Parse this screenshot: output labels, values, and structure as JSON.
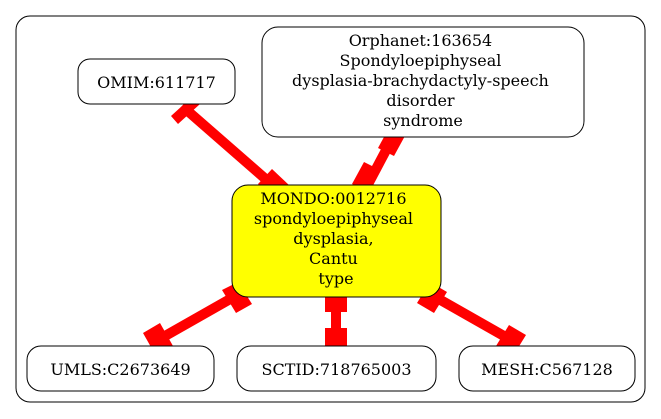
{
  "diagram": {
    "center": {
      "id": "MONDO:0012716",
      "lines": [
        "MONDO:0012716",
        "spondyloepiphyseal",
        "dysplasia,",
        "Cantu",
        "type"
      ],
      "fill": "#ffff00"
    },
    "neighbors": [
      {
        "key": "omim",
        "lines": [
          "OMIM:611717"
        ]
      },
      {
        "key": "orphanet",
        "lines": [
          "Orphanet:163654",
          "Spondyloepiphyseal",
          "dysplasia-brachydactyly-speech",
          "disorder",
          "syndrome"
        ]
      },
      {
        "key": "umls",
        "lines": [
          "UMLS:C2673649"
        ]
      },
      {
        "key": "sctid",
        "lines": [
          "SCTID:718765003"
        ]
      },
      {
        "key": "mesh",
        "lines": [
          "MESH:C567128"
        ]
      }
    ],
    "edge_color": "#ff0000",
    "node_fill": "#ffffff"
  }
}
